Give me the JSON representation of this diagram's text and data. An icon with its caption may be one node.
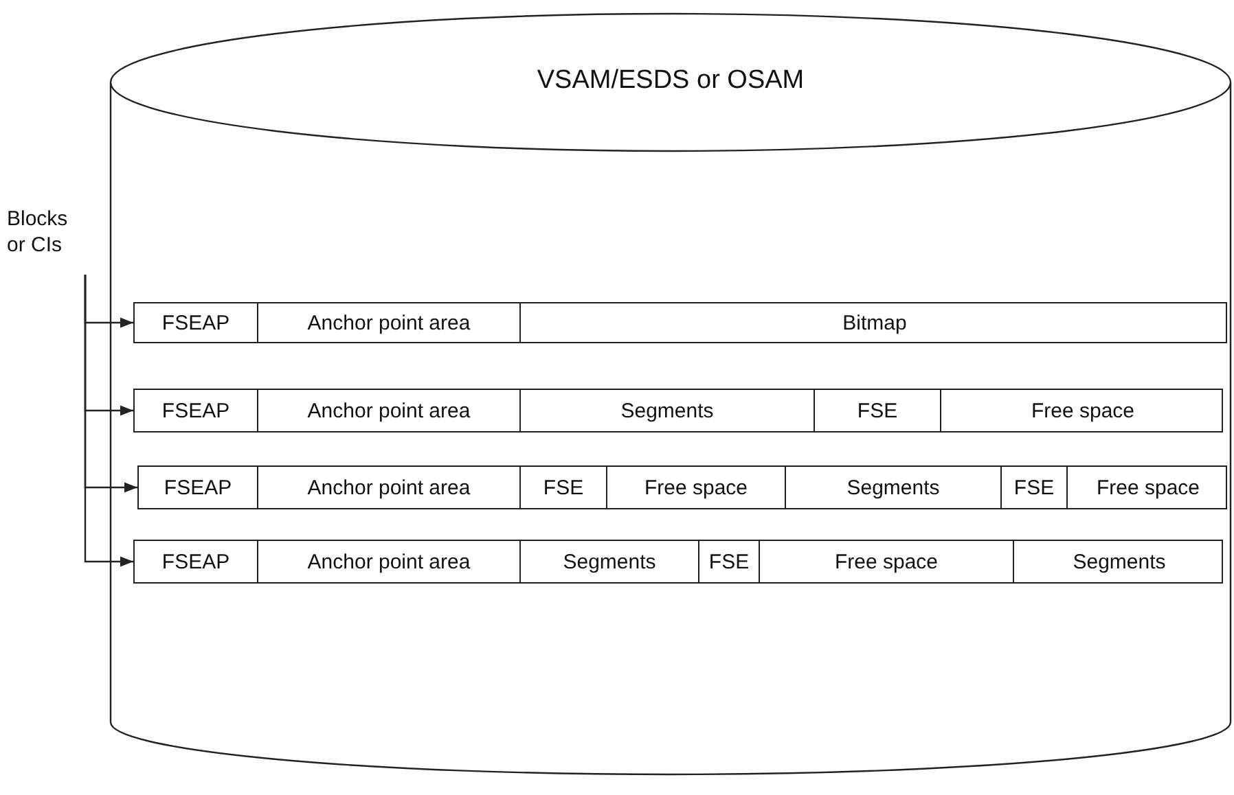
{
  "diagram": {
    "nodes": [
      {
        "text": [
          "VSAM/ESDS or OSAM"
        ]
      },
      {
        "text": [
          "Blocks or CIs"
        ]
      },
      {
        "text": [],
        "shape": "bar",
        "in": 0
      },
      {
        "text": [
          "FSEAP"
        ],
        "in": 2
      },
      {
        "text": [
          "Anchor point area"
        ],
        "in": 2
      },
      {
        "text": [
          "Bitmap"
        ],
        "in": 2
      },
      {
        "text": [],
        "shape": "bar",
        "in": 0
      },
      {
        "text": [
          "FSEAP"
        ],
        "in": 6
      },
      {
        "text": [
          "Anchor point area"
        ],
        "in": 6
      },
      {
        "text": [
          "Segments"
        ],
        "in": 6
      },
      {
        "text": [
          "FSE"
        ],
        "in": 6
      },
      {
        "text": [
          "Free space"
        ],
        "in": 6
      },
      {
        "text": [],
        "shape": "bar",
        "in": 0
      },
      {
        "text": [
          "FSEAP"
        ],
        "in": 12
      },
      {
        "text": [
          "Anchor point area"
        ],
        "in": 12
      },
      {
        "text": [
          "FSE"
        ],
        "in": 12
      },
      {
        "text": [
          "Free space"
        ],
        "in": 12
      },
      {
        "text": [
          "Segments"
        ],
        "in": 12
      },
      {
        "text": [
          "FSE"
        ],
        "in": 12
      },
      {
        "text": [
          "Free space"
        ],
        "in": 12
      },
      {
        "text": [],
        "shape": "bar",
        "in": 0
      },
      {
        "text": [
          "FSEAP"
        ],
        "in": 20
      },
      {
        "text": [
          "Anchor point area"
        ],
        "in": 20
      },
      {
        "text": [
          "Segments"
        ],
        "in": 20
      },
      {
        "text": [
          "FSE"
        ],
        "in": 20
      },
      {
        "text": [
          "Free space"
        ],
        "in": 20
      },
      {
        "text": [
          "Segments"
        ],
        "in": 20
      }
    ],
    "edges": [
      {
        "from": 1,
        "to": 2,
        "arrow": "to"
      },
      {
        "from": 1,
        "to": 6,
        "arrow": "to"
      },
      {
        "from": 1,
        "to": 12,
        "arrow": "to"
      },
      {
        "from": 1,
        "to": 20,
        "arrow": "to"
      }
    ]
  }
}
